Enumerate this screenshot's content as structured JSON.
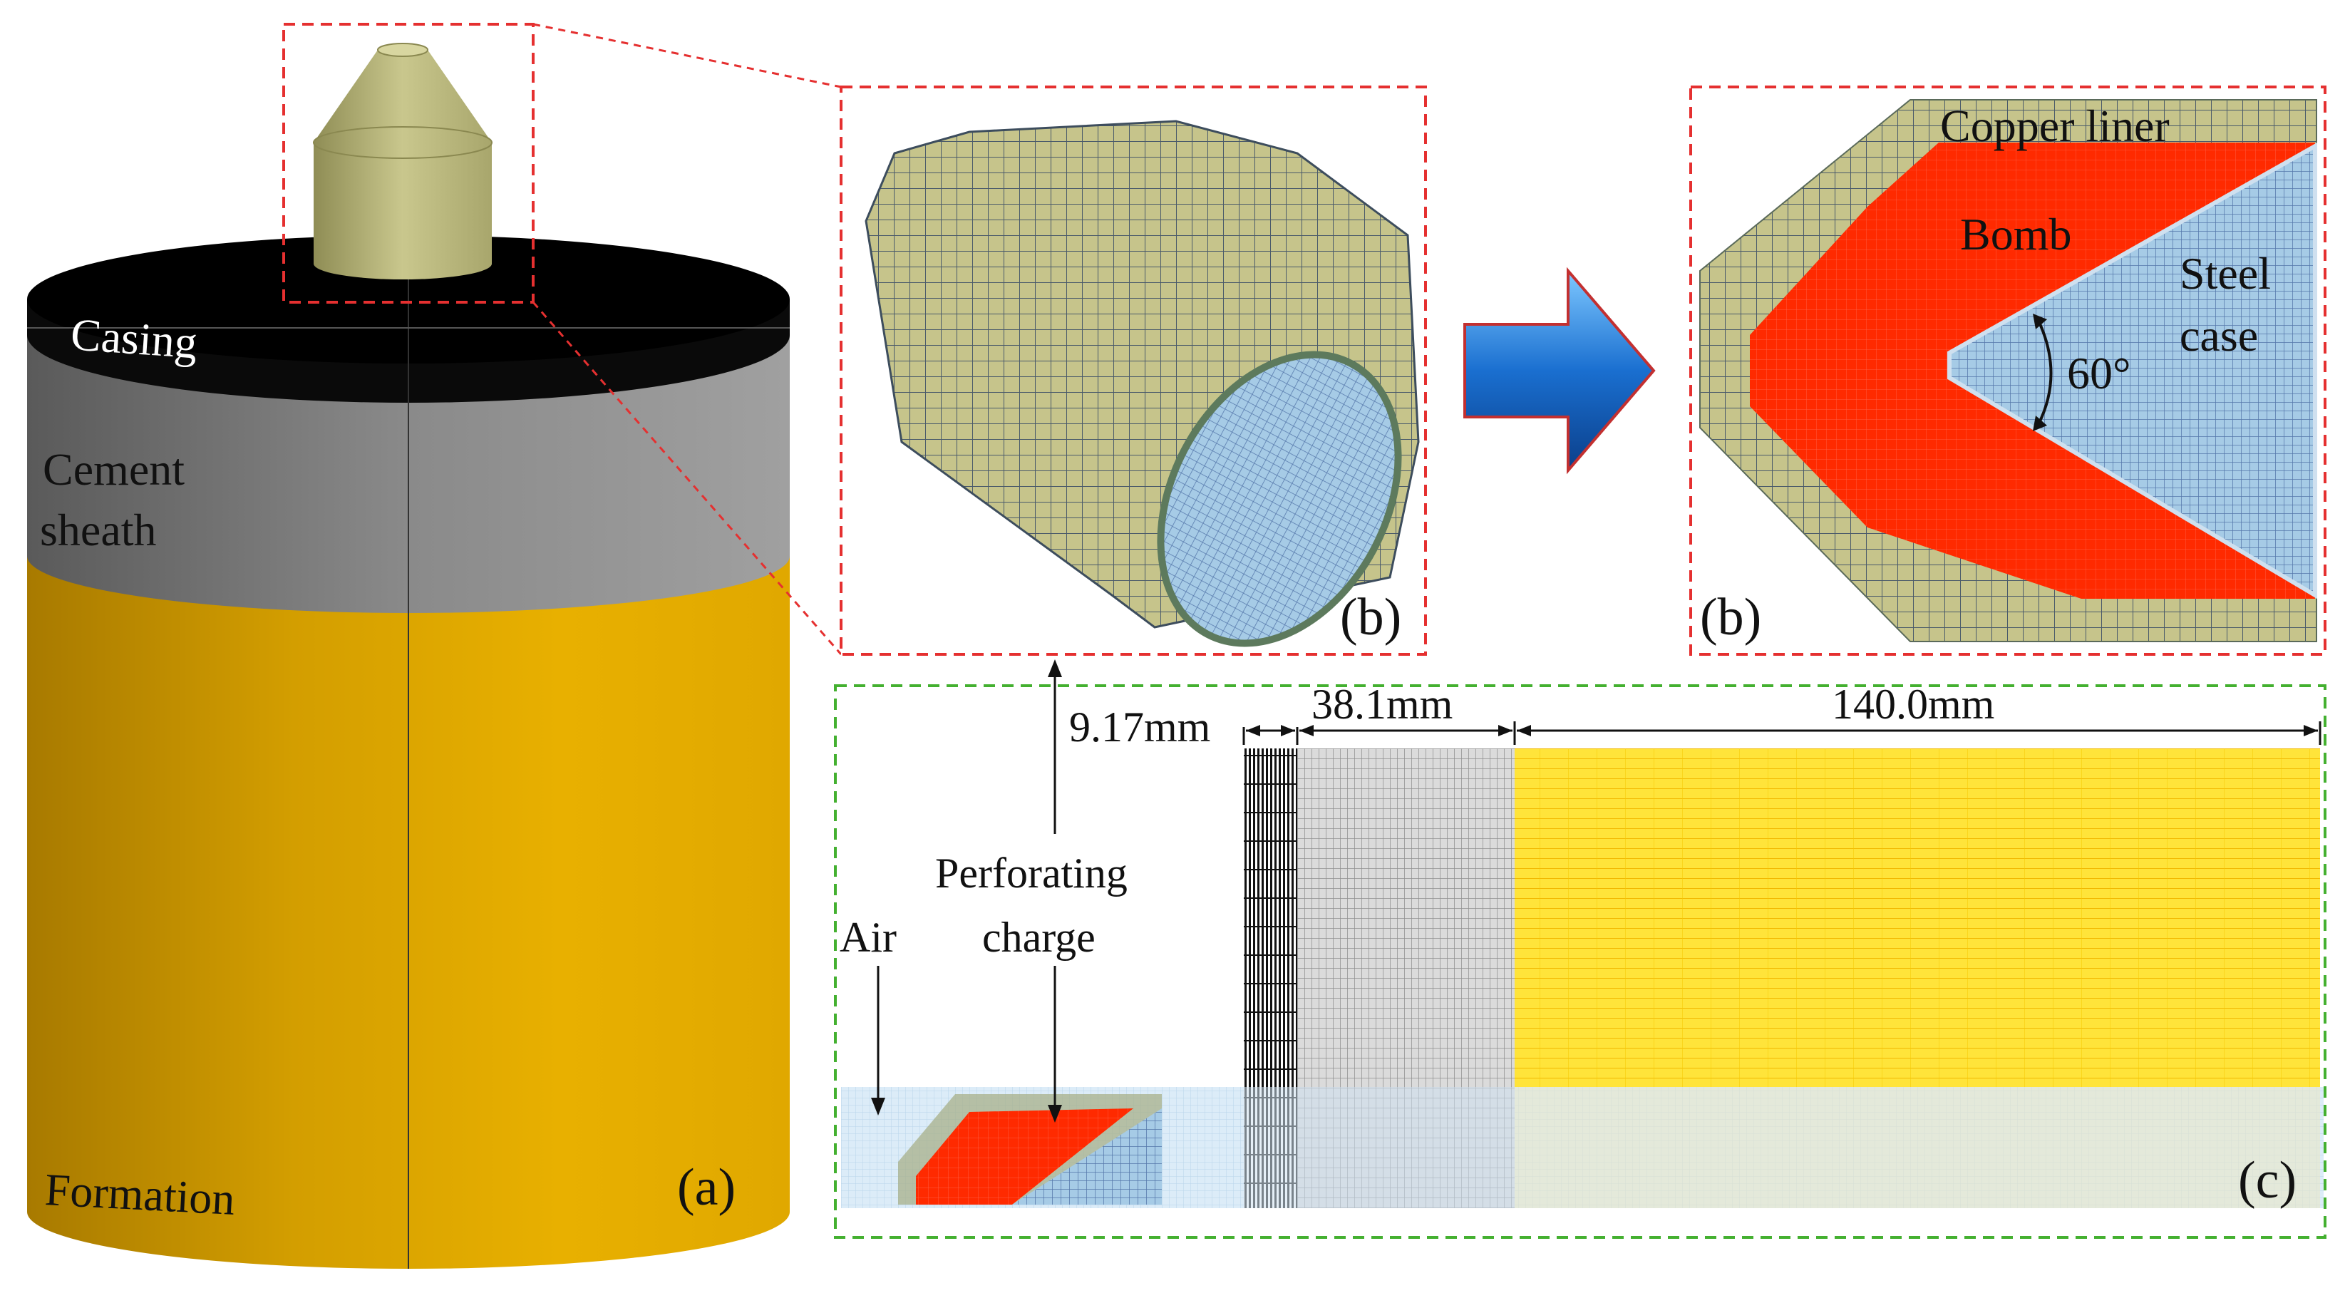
{
  "panel_a": {
    "label": "(a)",
    "casing": "Casing",
    "cement_line1": "Cement",
    "cement_line2": "sheath",
    "formation": "Formation"
  },
  "panel_b_mesh": {
    "label": "(b)"
  },
  "panel_b_section": {
    "label": "(b)",
    "copper_liner": "Copper liner",
    "bomb": "Bomb",
    "steel_line1": "Steel",
    "steel_line2": "case",
    "angle": "60°"
  },
  "panel_c": {
    "label": "(c)",
    "dim_casing": "9.17mm",
    "dim_cement": "38.1mm",
    "dim_formation": "140.0mm",
    "charge_line1": "Perforating",
    "charge_line2": "charge",
    "air": "Air"
  },
  "colors": {
    "formation": "#e8b000",
    "cement": "#8c8c8c",
    "casing": "#000000",
    "charge_body": "#b9b77a",
    "bomb": "#ff2a00",
    "steel": "#a6cbe6",
    "arrow": "#1a6fd0",
    "frame_red": "#e53030",
    "frame_green": "#44b030"
  }
}
